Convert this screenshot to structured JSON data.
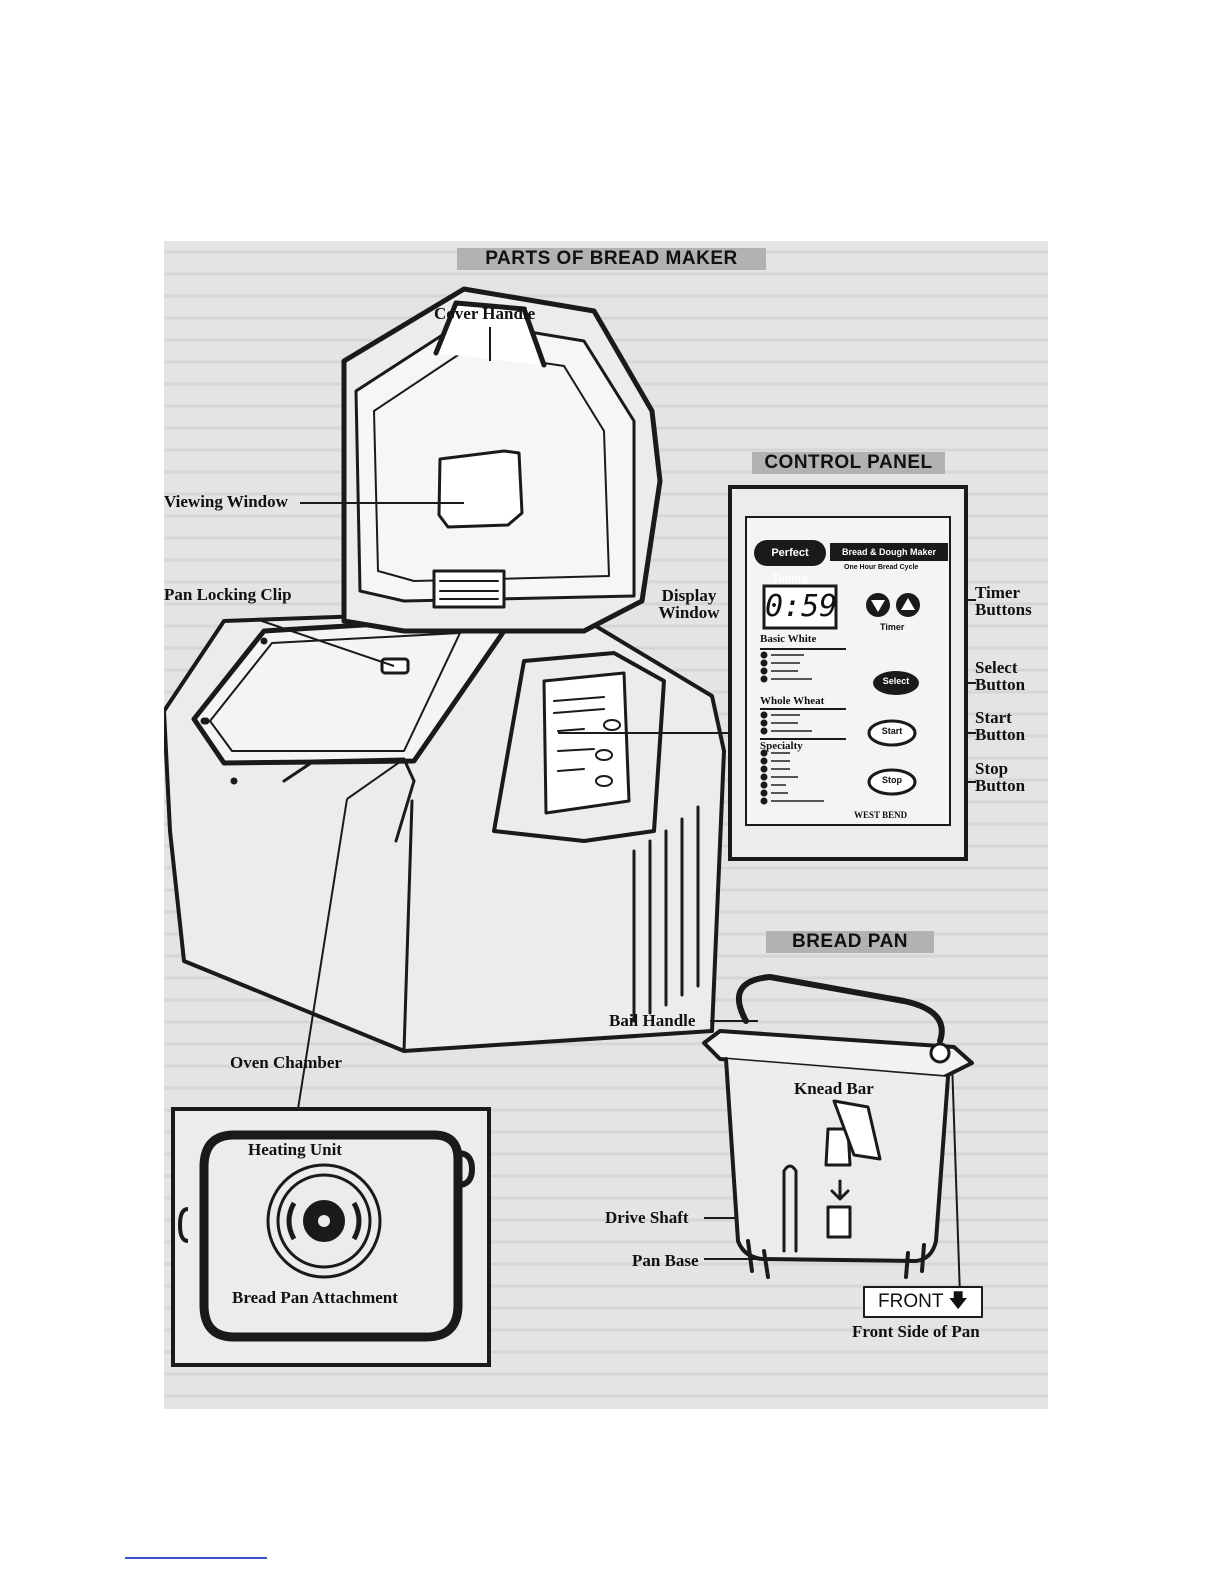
{
  "sections": {
    "parts_title": "PARTS OF BREAD MAKER",
    "control_panel_title": "CONTROL PANEL",
    "bread_pan_title": "BREAD PAN"
  },
  "labels": {
    "cover_handle": "Cover Handle",
    "viewing_window": "Viewing Window",
    "pan_locking_clip": "Pan Locking Clip",
    "oven_chamber": "Oven Chamber",
    "heating_unit": "Heating Unit",
    "bread_pan_attachment": "Bread Pan Attachment",
    "display_window_1": "Display",
    "display_window_2": "Window",
    "timer_buttons_1": "Timer",
    "timer_buttons_2": "Buttons",
    "select_button_1": "Select",
    "select_button_2": "Button",
    "start_button_1": "Start",
    "start_button_2": "Button",
    "stop_button_1": "Stop",
    "stop_button_2": "Button",
    "bail_handle": "Bail Handle",
    "knead_bar": "Knead Bar",
    "drive_shaft": "Drive Shaft",
    "pan_base": "Pan Base",
    "front_box": "FRONT",
    "front_side_of_pan": "Front Side of Pan"
  },
  "panel": {
    "brand_left": "Perfect Timing",
    "brand_right": "Bread & Dough Maker",
    "tagline": "One Hour Bread Cycle",
    "display": "0:59",
    "timer": "Timer",
    "group_basic": "Basic White",
    "group_wheat": "Whole Wheat",
    "group_specialty": "Specialty",
    "select": "Select",
    "start": "Start",
    "stop": "Stop",
    "maker": "WEST BEND"
  }
}
